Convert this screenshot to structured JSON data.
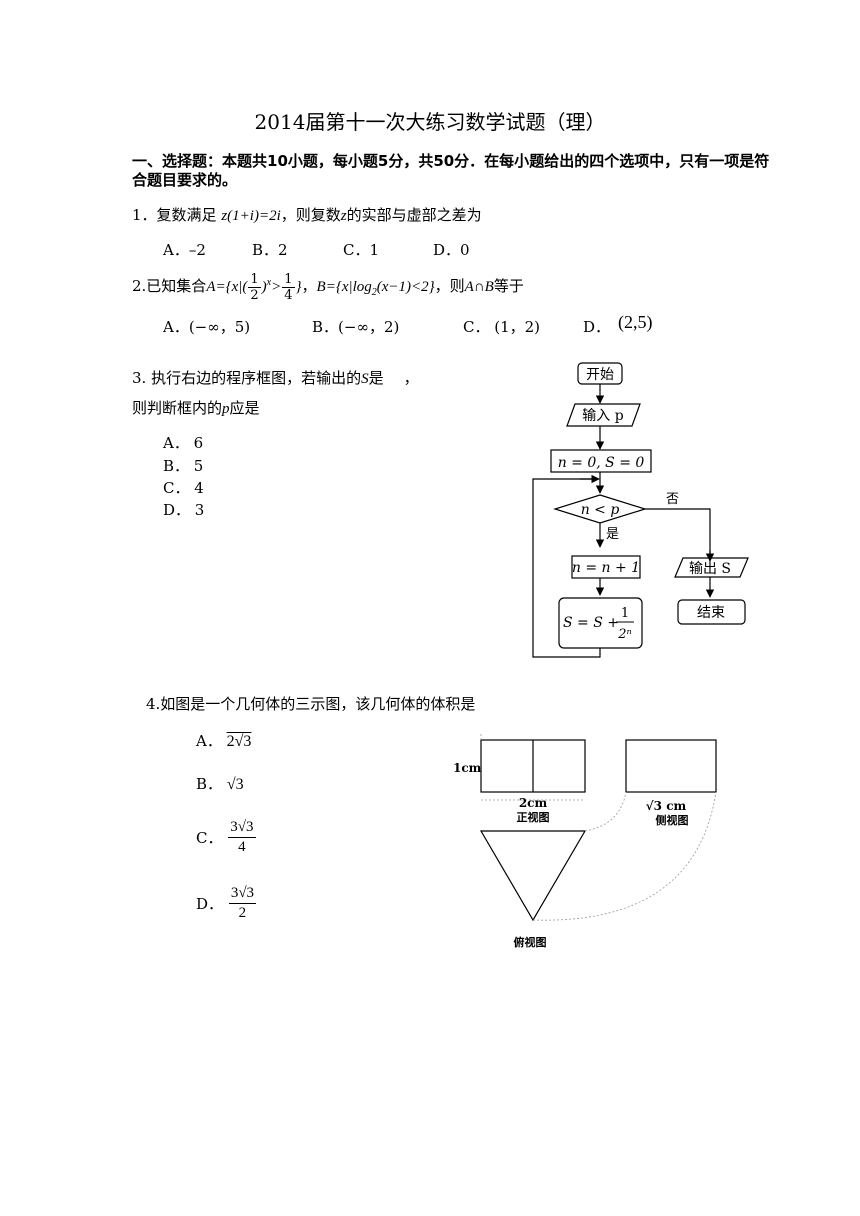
{
  "title": "2014届第十一次大练习数学试题（理）",
  "section": "一、选择题：本题共10小题，每小题5分，共50分．在每小题给出的四个选项中，只有一项是符合题目要求的。",
  "q1": {
    "num": "1．",
    "t1": "复数满足",
    "expr": "z(1+i)=2i",
    "t2": "，则复数",
    "var": "z",
    "t3": "的实部与虚部之差为",
    "options": [
      "A．–2",
      "B．2",
      "C．1",
      "D．0"
    ]
  },
  "q2": {
    "prefix": "2.已知集合",
    "setA_pre": "A={x|(",
    "frac1_n": "1",
    "frac1_d": "2",
    "setA_mid": ")",
    "sup": "x",
    "gt": ">",
    "frac2_n": "1",
    "frac2_d": "4",
    "setA_post": "}",
    "comma": "，",
    "setB": "B={x|log",
    "sub": "2",
    "setB_post": "(x−1)<2}",
    "tail_pre": "，则",
    "tail_expr": "A∩B",
    "tail": "等于",
    "options": [
      "A．(−∞，5)",
      "B．(−∞，2)",
      "C． (1，2)",
      "D．",
      "(2,5)"
    ]
  },
  "q3": {
    "line1_pre": "3.  执行右边的程序框图，若输出的",
    "S": "S",
    "line1_mid": "是",
    "line1_post": "，",
    "line2_pre": "则判断框内的",
    "p": "p",
    "line2_post": "应是",
    "options": [
      "A． 6",
      "B． 5",
      "C． 4",
      "D． 3"
    ]
  },
  "flowchart": {
    "start": "开始",
    "input": "输入 p",
    "init": "n = 0, S = 0",
    "cond": "n < p",
    "no": "否",
    "yes": "是",
    "incr": "n = n + 1",
    "sum_pre": "S = S +",
    "sum_n": "1",
    "sum_d": "2ⁿ",
    "output": "输出 S",
    "end": "结束"
  },
  "q4": {
    "stem": "4.如图是一个几何体的三示图，该几何体的体积是",
    "options": [
      "A．",
      "B．",
      "C．",
      "D．"
    ],
    "A_val": "2√3",
    "B_val": "√3",
    "C_n": "3√3",
    "C_d": "4",
    "D_n": "3√3",
    "D_d": "2"
  },
  "views": {
    "height_label": "1cm",
    "width_label": "2cm",
    "front_label": "正视图",
    "side_width_label": "√3 cm",
    "side_label": "侧视图",
    "top_label": "俯视图"
  }
}
